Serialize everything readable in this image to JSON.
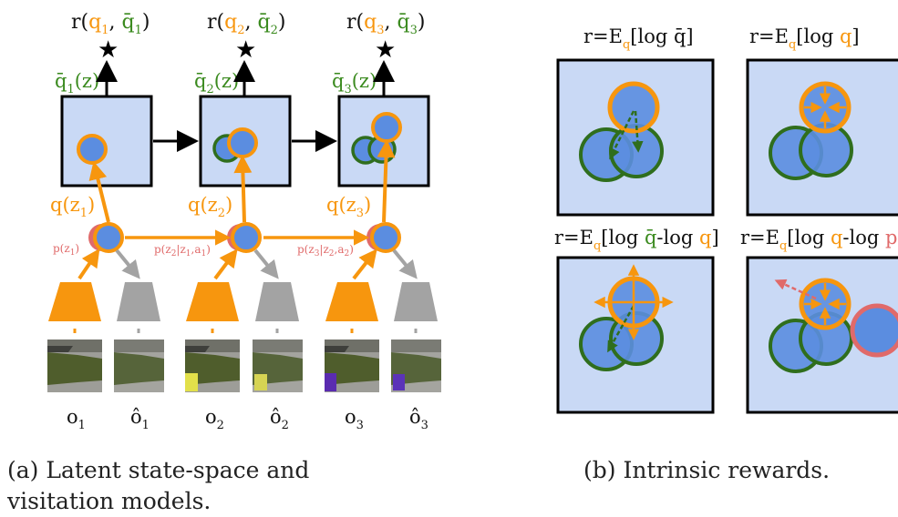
{
  "colors": {
    "orange": "#f7960e",
    "green": "#3a8a1e",
    "dark_green": "#2f6e1d",
    "blue_fill": "#5b8de0",
    "box_bg": "#c9d9f5",
    "red": "#e06a6a",
    "gray": "#a3a3a3",
    "black": "#000000"
  },
  "panel_a": {
    "reward_prefix": "r(",
    "q": [
      "q",
      "q",
      "q"
    ],
    "q_bar": [
      "q̄",
      "q̄",
      "q̄"
    ],
    "indices": [
      "1",
      "2",
      "3"
    ],
    "q_bar_z": "(z)",
    "q_z": "q(z",
    "prior_labels": [
      "p(z",
      "p(z",
      "p(z"
    ],
    "prior_args": [
      "1",
      "2|z1,a1",
      "3|z2,a2"
    ],
    "obs": [
      "o",
      "ô",
      "o",
      "ô",
      "o",
      "ô"
    ],
    "obs_idx": [
      "1",
      "1",
      "2",
      "2",
      "3",
      "3"
    ],
    "star_icon": "★"
  },
  "panel_b": {
    "titles": [
      {
        "pre": "r=E",
        "sub": "q",
        "body": "[log ",
        "parts": [
          {
            "t": "q̄",
            "c": "dark"
          }
        ],
        "post": "]"
      },
      {
        "pre": "r=E",
        "sub": "q",
        "body": "[log ",
        "parts": [
          {
            "t": "q",
            "c": "orange"
          }
        ],
        "post": "]"
      },
      {
        "pre": "r=E",
        "sub": "q",
        "body": "[log ",
        "parts": [
          {
            "t": "q̄",
            "c": "green"
          },
          {
            "t": "-log ",
            "c": "dark"
          },
          {
            "t": "q",
            "c": "orange"
          }
        ],
        "post": "]"
      },
      {
        "pre": "r=E",
        "sub": "q",
        "body": "[log ",
        "parts": [
          {
            "t": "q",
            "c": "orange"
          },
          {
            "t": "-log ",
            "c": "dark"
          },
          {
            "t": "p",
            "c": "red"
          }
        ],
        "post": "]"
      }
    ]
  },
  "captions": {
    "a": "(a) Latent state-space and visitation models.",
    "b": "(b) Intrinsic rewards."
  }
}
